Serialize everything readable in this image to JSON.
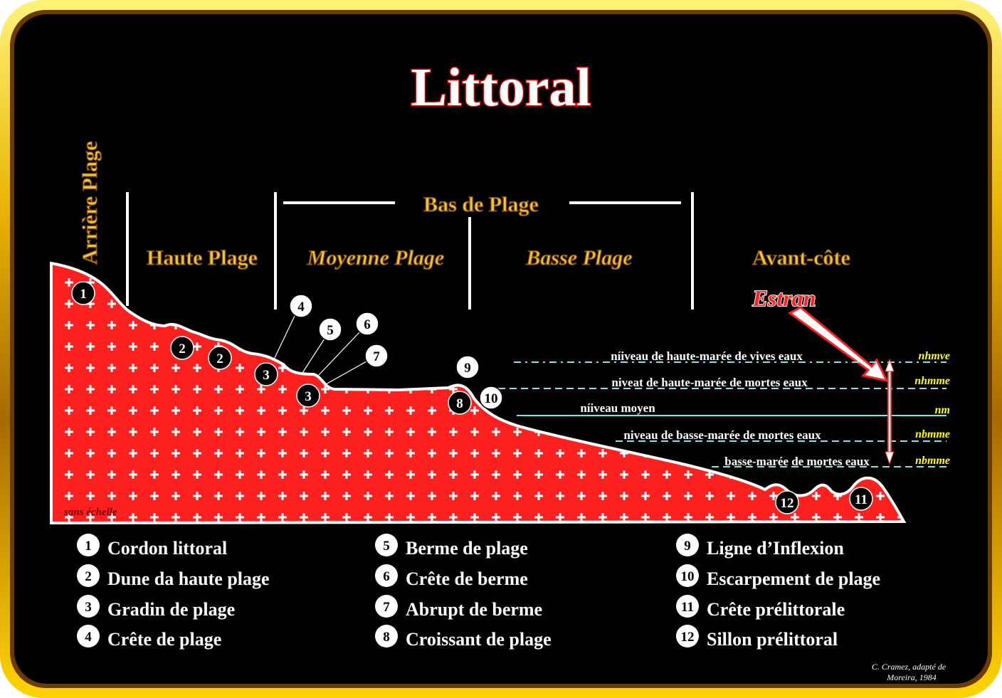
{
  "title": "Littoral",
  "zones": {
    "arriere_plage": "Arrière Plage",
    "haute_plage": "Haute Plage",
    "bas_de_plage": "Bas de Plage",
    "moyenne_plage": "Moyenne Plage",
    "basse_plage": "Basse Plage",
    "avant_cote": "Avant-côte",
    "estran": "Estran"
  },
  "levels": [
    {
      "label": "níiveau de haute-marée de vives eaux",
      "abbr": "nhmve"
    },
    {
      "label": "niveat de haute-marée de mortes eaux",
      "abbr": "nhmme"
    },
    {
      "label": "níiveau moyen",
      "abbr": "nm"
    },
    {
      "label": "niveau de basse-marée de mortes eaux",
      "abbr": "nbmme"
    },
    {
      "label": "basse-marée de mortes eaux",
      "abbr": "nbmme"
    }
  ],
  "scale_note": "sans échelle",
  "markers": [
    "1",
    "2",
    "2",
    "3",
    "3",
    "4",
    "5",
    "6",
    "7",
    "8",
    "9",
    "10",
    "11",
    "12"
  ],
  "legend": [
    {
      "n": "1",
      "label": "Cordon littoral"
    },
    {
      "n": "2",
      "label": "Dune da haute plage"
    },
    {
      "n": "3",
      "label": "Gradin de plage"
    },
    {
      "n": "4",
      "label": "Crête de plage"
    },
    {
      "n": "5",
      "label": "Berme de plage"
    },
    {
      "n": "6",
      "label": "Crête de berme"
    },
    {
      "n": "7",
      "label": "Abrupt de berme"
    },
    {
      "n": "8",
      "label": "Croissant de plage"
    },
    {
      "n": "9",
      "label": "Ligne d’Inflexion"
    },
    {
      "n": "10",
      "label": "Escarpement de plage"
    },
    {
      "n": "11",
      "label": "Crête prélittorale"
    },
    {
      "n": "12",
      "label": "Sillon prélittoral"
    }
  ],
  "credit": [
    "C. Cramez, adapté de",
    "Moreira, 1984"
  ],
  "colors": {
    "profile": "#ff2020",
    "water_line": "#7fe6e6",
    "gold": "#f2c23a",
    "abbr": "#ffff00"
  }
}
